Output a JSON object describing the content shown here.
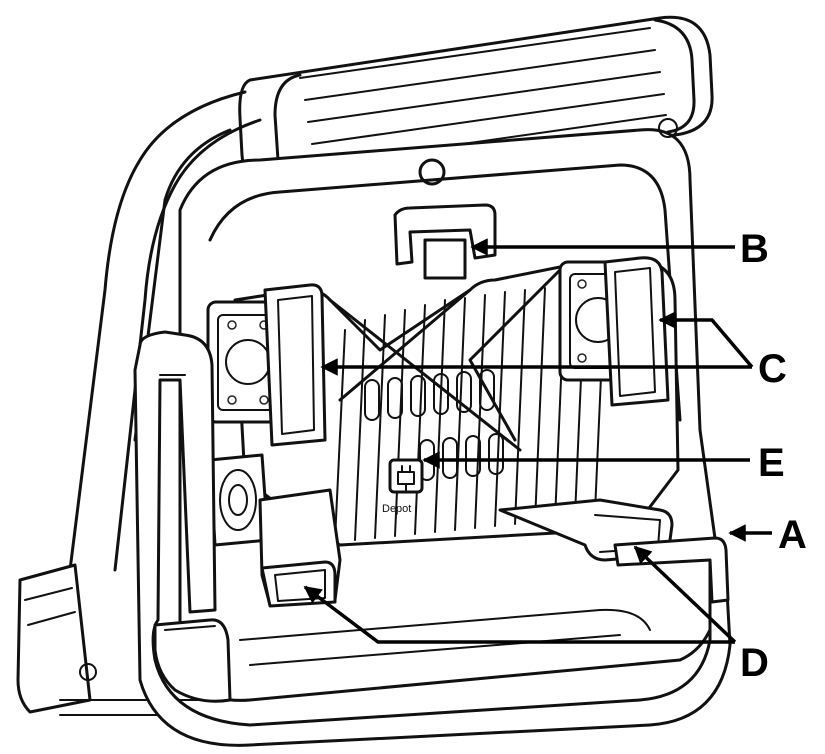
{
  "callouts": [
    {
      "id": "A",
      "label": "A"
    },
    {
      "id": "B",
      "label": "B"
    },
    {
      "id": "C",
      "label": "C"
    },
    {
      "id": "D",
      "label": "D"
    },
    {
      "id": "E",
      "label": "E"
    }
  ],
  "device": {
    "brand_mark": "Depot"
  },
  "colors": {
    "line": "#111111",
    "background": "#ffffff"
  }
}
